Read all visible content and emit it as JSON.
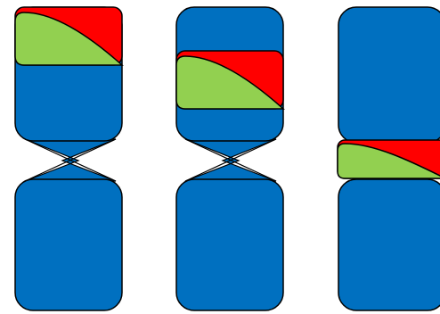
{
  "colors": {
    "background": "#ffffff",
    "block_fill": "#0070C0",
    "red_fill": "#FF0000",
    "green_fill": "#92D050",
    "stroke": "#000000"
  },
  "diagram": {
    "stages": [
      {
        "id": "stage-1",
        "description_visible": false,
        "upper_block": "blue-rounded",
        "lower_block": "blue-rounded",
        "connector": "hourglass",
        "overlay_position": "top"
      },
      {
        "id": "stage-2",
        "description_visible": false,
        "upper_block": "blue-rounded",
        "lower_block": "blue-rounded",
        "connector": "hourglass",
        "overlay_position": "middle"
      },
      {
        "id": "stage-3",
        "description_visible": false,
        "upper_block": "blue-rounded",
        "lower_block": "blue-rounded",
        "connector": "none",
        "overlay_position": "gap"
      }
    ]
  }
}
